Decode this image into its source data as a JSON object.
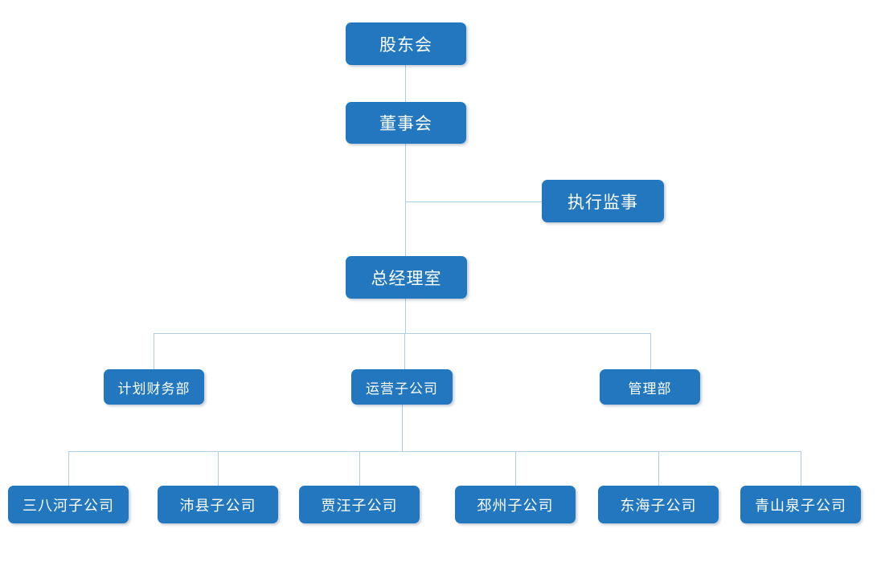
{
  "org_chart": {
    "type": "organizational-chart",
    "colors": {
      "node_background": "#2277BE",
      "node_text": "#FFFFFF",
      "connector": "#AECFE3",
      "page_background": "#FFFFFF"
    },
    "nodes": {
      "shareholders": {
        "label": "股东会"
      },
      "board": {
        "label": "董事会"
      },
      "executive_supervisor": {
        "label": "执行监事"
      },
      "general_manager_office": {
        "label": "总经理室"
      },
      "planning_finance_dept": {
        "label": "计划财务部"
      },
      "operating_subsidiaries": {
        "label": "运营子公司"
      },
      "management_dept": {
        "label": "管理部"
      },
      "sanbahe_subsidiary": {
        "label": "三八河子公司"
      },
      "peixian_subsidiary": {
        "label": "沛县子公司"
      },
      "jiawang_subsidiary": {
        "label": "贾汪子公司"
      },
      "pizhou_subsidiary": {
        "label": "邳州子公司"
      },
      "donghai_subsidiary": {
        "label": "东海子公司"
      },
      "qingshanquan_subsidiary": {
        "label": "青山泉子公司"
      }
    },
    "hierarchy": [
      {
        "parent": "股东会",
        "child": "董事会"
      },
      {
        "parent": "董事会",
        "child": "执行监事"
      },
      {
        "parent": "董事会",
        "child": "总经理室"
      },
      {
        "parent": "总经理室",
        "child": "计划财务部"
      },
      {
        "parent": "总经理室",
        "child": "运营子公司"
      },
      {
        "parent": "总经理室",
        "child": "管理部"
      },
      {
        "parent": "运营子公司",
        "child": "三八河子公司"
      },
      {
        "parent": "运营子公司",
        "child": "沛县子公司"
      },
      {
        "parent": "运营子公司",
        "child": "贾汪子公司"
      },
      {
        "parent": "运营子公司",
        "child": "邳州子公司"
      },
      {
        "parent": "运营子公司",
        "child": "东海子公司"
      },
      {
        "parent": "运营子公司",
        "child": "青山泉子公司"
      }
    ]
  }
}
